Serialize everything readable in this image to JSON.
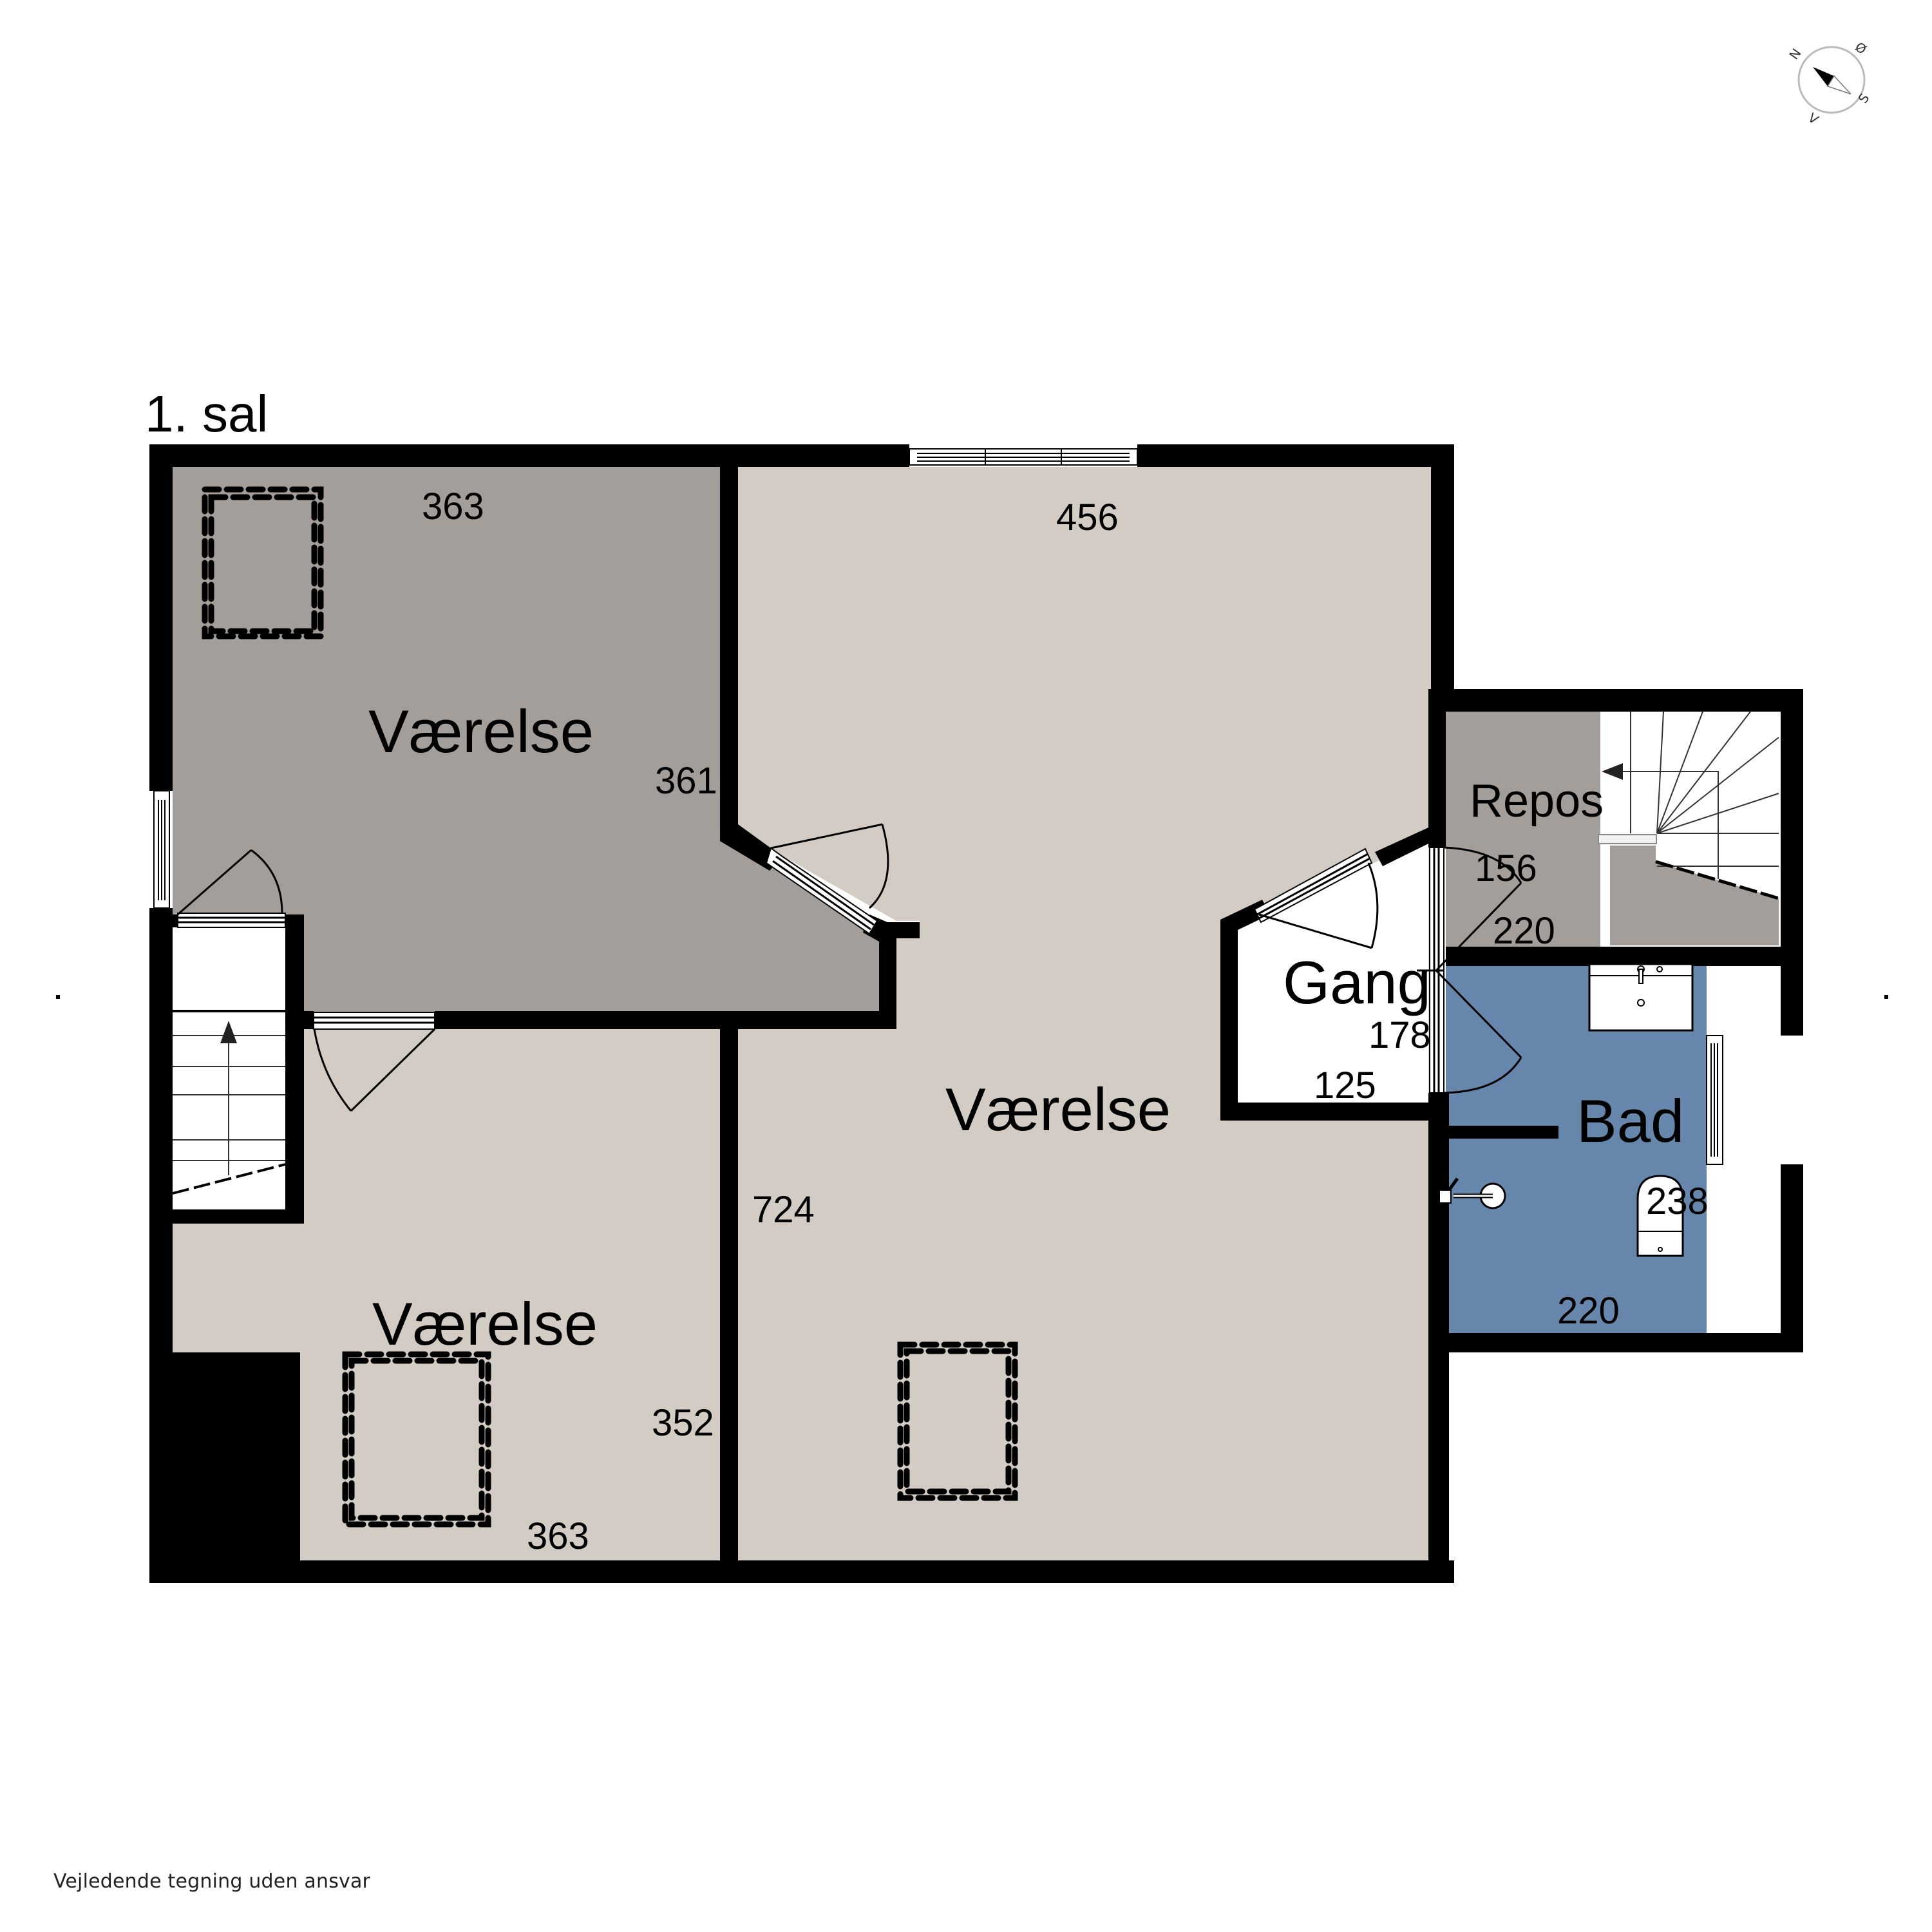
{
  "plan": {
    "floor_title": "1. sal",
    "footer_note": "Vejledende tegning uden ansvar",
    "colors": {
      "wall": "#000000",
      "room_dark": "#a39e99",
      "room_light": "#d3ccc5",
      "bath": "#6786ab",
      "hall": "#ffffff",
      "background": "#ffffff"
    },
    "compass": {
      "north": "N",
      "east": "Ø",
      "south": "S",
      "west": "V"
    },
    "rooms": [
      {
        "id": "vaerelse-nw",
        "name": "Værelse",
        "dims": [
          "363",
          "361"
        ]
      },
      {
        "id": "vaerelse-main",
        "name": "Værelse",
        "dims": [
          "456",
          "724"
        ]
      },
      {
        "id": "vaerelse-sw",
        "name": "Værelse",
        "dims": [
          "352",
          "363"
        ]
      },
      {
        "id": "gang",
        "name": "Gang",
        "dims": [
          "178",
          "125"
        ]
      },
      {
        "id": "repos",
        "name": "Repos",
        "dims": [
          "156",
          "220"
        ]
      },
      {
        "id": "bad",
        "name": "Bad",
        "dims": [
          "238",
          "220"
        ]
      }
    ]
  }
}
